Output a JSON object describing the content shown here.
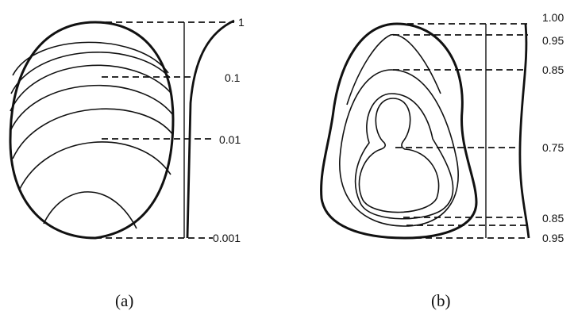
{
  "panel_a": {
    "caption": "(a)",
    "scale_labels": [
      "1",
      "0.1",
      "0.01",
      "0.001"
    ]
  },
  "panel_b": {
    "caption": "(b)",
    "scale_labels": [
      "1.00",
      "0.95",
      "0.85",
      "0.75",
      "0.85",
      "0.95"
    ]
  }
}
